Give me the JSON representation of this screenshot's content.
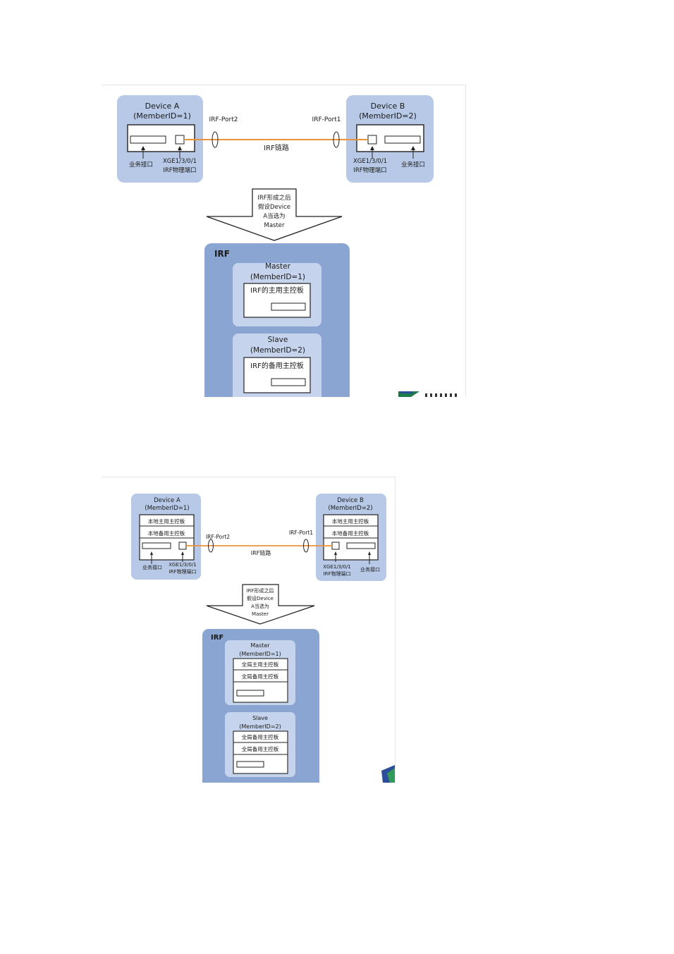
{
  "figures": [
    {
      "device_a": {
        "name": "Device A",
        "member_id": "(MemberID=1)",
        "service_port": "业务接口",
        "irf_port_name": "XGE1/3/0/1",
        "irf_port_desc": "IRF物理端口"
      },
      "device_b": {
        "name": "Device B",
        "member_id": "(MemberID=2)",
        "service_port": "业务接口",
        "irf_port_name": "XGE1/3/0/1",
        "irf_port_desc": "IRF物理端口"
      },
      "port_labels": {
        "left": "IRF-Port2",
        "right": "IRF-Port1"
      },
      "link_label": "IRF链路",
      "arrow_text": [
        "IRF形成之后",
        "假设Device",
        "A当选为",
        "Master"
      ],
      "irf": {
        "title": "IRF",
        "master_role": "Master",
        "master_id": "(MemberID=1)",
        "master_board": "IRF的主用主控板",
        "slave_role": "Slave",
        "slave_id": "(MemberID=2)",
        "slave_board": "IRF的备用主控板"
      }
    },
    {
      "device_a": {
        "name": "Device A",
        "member_id": "(MemberID=1)",
        "board1": "本地主用主控板",
        "board2": "本地备用主控板",
        "service_port": "业务接口",
        "irf_port_name": "XGE1/3/0/1",
        "irf_port_desc": "IRF物理端口"
      },
      "device_b": {
        "name": "Device B",
        "member_id": "(MemberID=2)",
        "board1": "本地主用主控板",
        "board2": "本地备用主控板",
        "service_port": "业务接口",
        "irf_port_name": "XGE1/3/0/1",
        "irf_port_desc": "IRF物理端口"
      },
      "port_labels": {
        "left": "IRF-Port2",
        "right": "IRF-Port1"
      },
      "link_label": "IRF链路",
      "arrow_text": [
        "IRF形成之后",
        "假设Device",
        "A当选为",
        "Master"
      ],
      "irf": {
        "title": "IRF",
        "master_role": "Master",
        "master_id": "(MemberID=1)",
        "master_board1": "全局主用主控板",
        "master_board2": "全局备用主控板",
        "slave_role": "Slave",
        "slave_id": "(MemberID=2)",
        "slave_board1": "全局备用主控板",
        "slave_board2": "全局备用主控板"
      }
    }
  ],
  "colors": {
    "device_panel": "#b7c9e6",
    "irf_panel": "#8aa5d2",
    "member_panel": "#c5d4ec",
    "link": "#e8923a",
    "board_fill": "#ffffff",
    "arrow_fill": "#ffffff"
  }
}
